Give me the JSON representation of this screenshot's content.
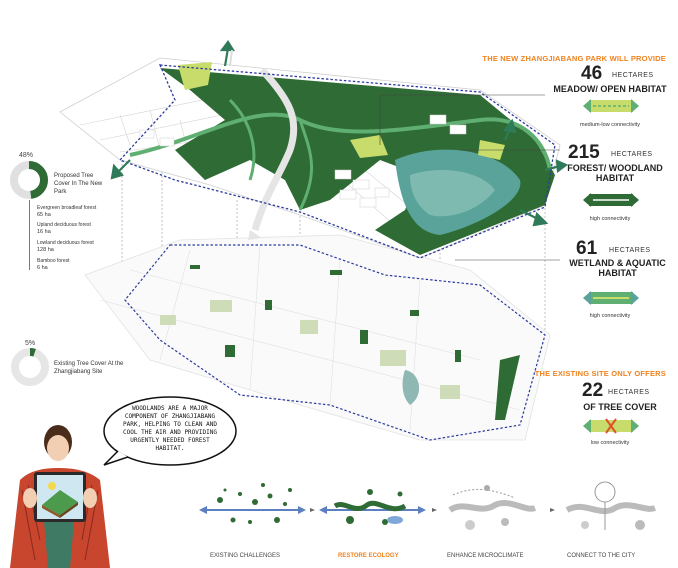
{
  "provide": {
    "heading": "THE NEW ZHANGJIABANG PARK WILL PROVIDE",
    "items": [
      {
        "value": "46",
        "unit": "HECTARES",
        "category": "MEADOW/ OPEN HABITAT",
        "connectivity": "medium-low connectivity"
      },
      {
        "value": "215",
        "unit": "HECTARES",
        "category": "FOREST/ WOODLAND HABITAT",
        "connectivity": "high connectivity"
      },
      {
        "value": "61",
        "unit": "HECTARES",
        "category": "WETLAND & AQUATIC HABITAT",
        "connectivity": "high connectivity"
      }
    ]
  },
  "existing": {
    "heading": "THE EXISTING SITE ONLY OFFERS",
    "value": "22",
    "unit": "HECTARES",
    "category": "OF TREE COVER",
    "connectivity": "low connectivity"
  },
  "proposed_cover": {
    "percent": "48%",
    "percent_value": 48,
    "label": "Proposed Tree Cover In The New Park",
    "breakdown": [
      {
        "name": "Evergreen broadleaf forest",
        "area": "65 ha"
      },
      {
        "name": "Upland deciduous forest",
        "area": "16 ha"
      },
      {
        "name": "Lowland deciduous forest",
        "area": "128 ha"
      },
      {
        "name": "Bamboo forest",
        "area": "6 ha"
      }
    ]
  },
  "existing_cover": {
    "percent": "5%",
    "percent_value": 5,
    "label": "Existing Tree Cover At the Zhangjiabang Site"
  },
  "speech_bubble": "WOODLANDS ARE A MAJOR COMPONENT OF ZHANGJIABANG PARK, HELPING TO CLEAN AND COOL THE AIR AND PROVIDING URGENTLY NEEDED FOREST HABITAT.",
  "steps": [
    {
      "label": "EXISTING CHALLENGES",
      "highlight": false
    },
    {
      "label": "RESTORE ECOLOGY",
      "highlight": true
    },
    {
      "label": "ENHANCE MICROCLIMATE",
      "highlight": false
    },
    {
      "label": "CONNECT TO THE CITY",
      "highlight": false
    }
  ],
  "colors": {
    "accent": "#f0821e",
    "forest": "#2f6b34",
    "meadow": "#c7dc6a",
    "water": "#5aa39a",
    "boundary": "#2b3a9b"
  }
}
